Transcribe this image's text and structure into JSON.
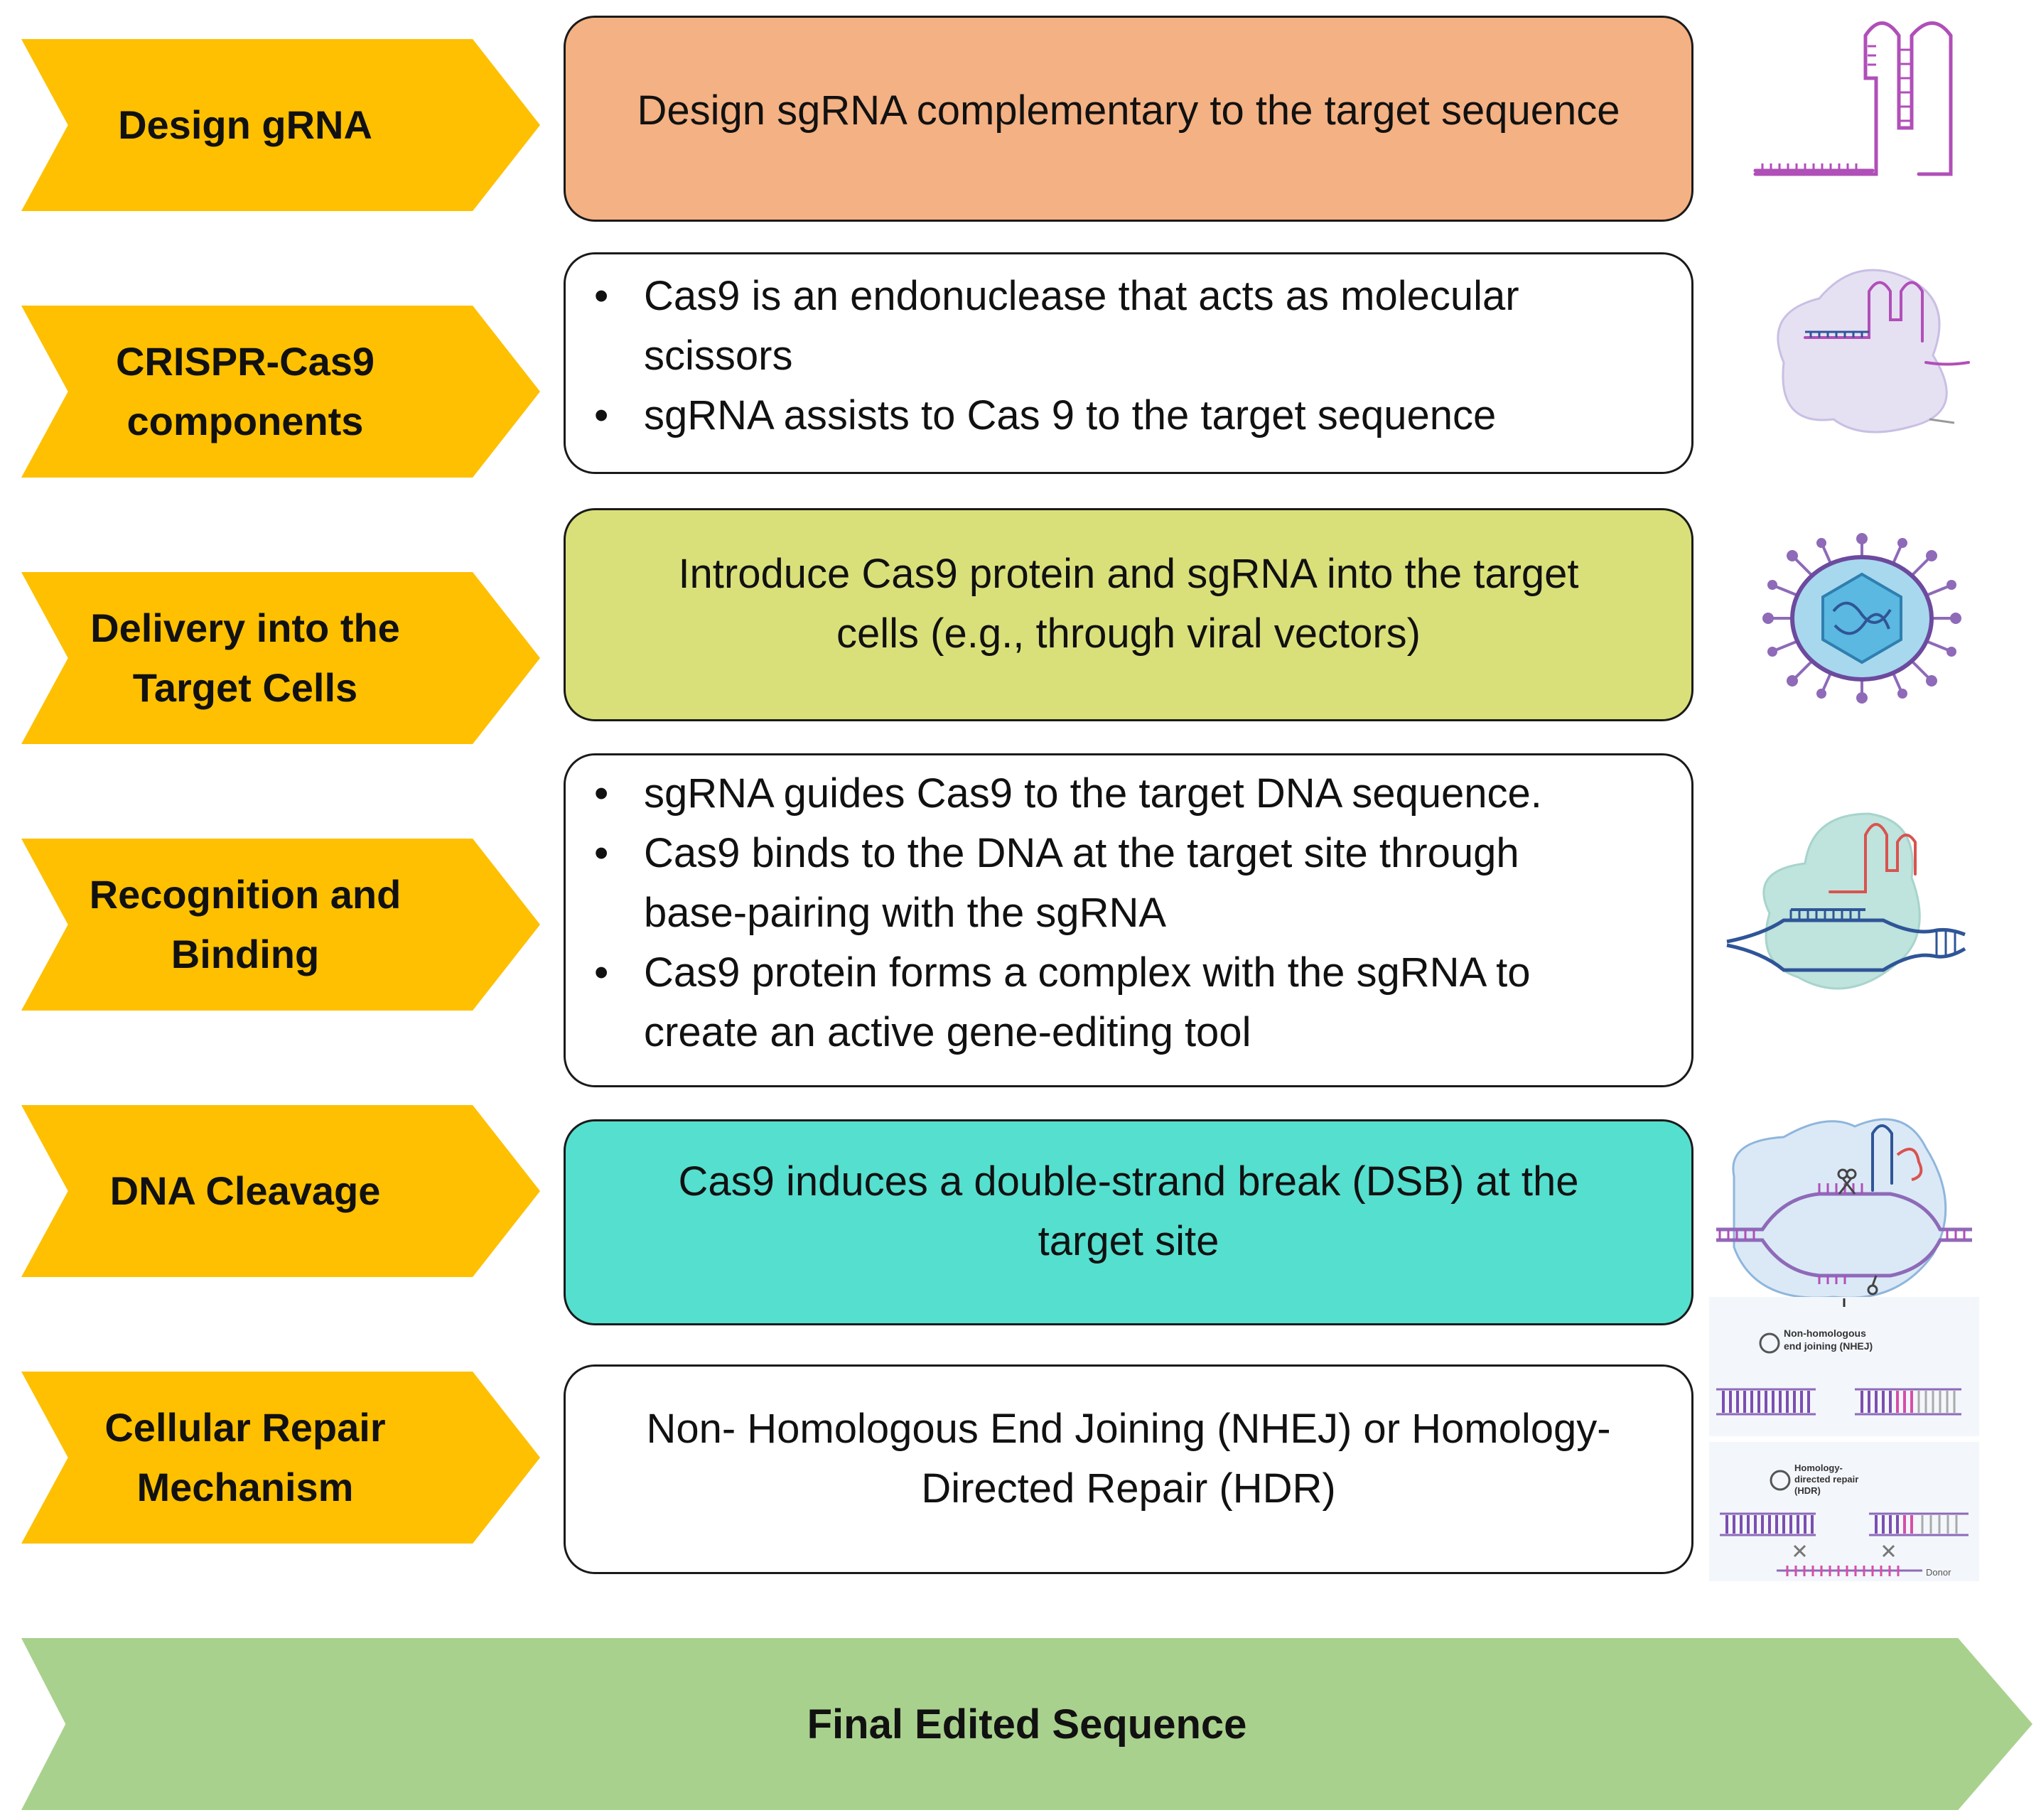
{
  "steps": [
    {
      "label_lines": [
        "Design gRNA"
      ],
      "text_lines": [
        "Design sgRNA complementary to the target sequence"
      ],
      "color": "#f4b183",
      "icon": "sgrna-hairpin-icon"
    },
    {
      "label_lines": [
        "CRISPR-Cas9",
        "components"
      ],
      "bullets": [
        "Cas9 is an endonuclease that acts as molecular scissors",
        "sgRNA assists to Cas 9 to the target sequence"
      ],
      "color": "#ffffff",
      "icon": "cas9-protein-icon"
    },
    {
      "label_lines": [
        "Delivery into the",
        "Target Cells"
      ],
      "text_lines": [
        "Introduce Cas9 protein and sgRNA into the target",
        "cells (e.g., through viral vectors)"
      ],
      "color": "#d9e07a",
      "icon": "viral-vector-icon"
    },
    {
      "label_lines": [
        "Recognition and",
        "Binding"
      ],
      "bullets": [
        "sgRNA guides Cas9 to the target DNA sequence.",
        "Cas9 binds to the DNA at the target site through base-pairing with the sgRNA",
        "Cas9 protein forms a complex with the sgRNA to create an active gene-editing tool"
      ],
      "color": "#ffffff",
      "icon": "dna-binding-icon"
    },
    {
      "label_lines": [
        "DNA Cleavage"
      ],
      "text_lines": [
        "Cas9 induces a double-strand break (DSB) at the",
        "target site"
      ],
      "color": "#55dfcf",
      "icon": "dna-cleavage-icon"
    },
    {
      "label_lines": [
        "Cellular Repair",
        "Mechanism"
      ],
      "text_lines": [
        "Non- Homologous End Joining (NHEJ) or Homology-",
        "Directed Repair (HDR)"
      ],
      "color": "#ffffff",
      "icon": "repair-pathways-icon"
    }
  ],
  "repair_panel": {
    "nhej_label_lines": [
      "Non-homologous",
      "end joining (NHEJ)"
    ],
    "hdr_label_lines": [
      "Homology-",
      "directed repair",
      "(HDR)"
    ],
    "donor_label": "Donor"
  },
  "final": {
    "label": "Final Edited Sequence",
    "color": "#a9d18e"
  },
  "colors": {
    "chevron": "#fec000",
    "rna_magenta": "#b04fb8",
    "rna_red": "#d9534f",
    "dna_blue": "#2f5597"
  }
}
